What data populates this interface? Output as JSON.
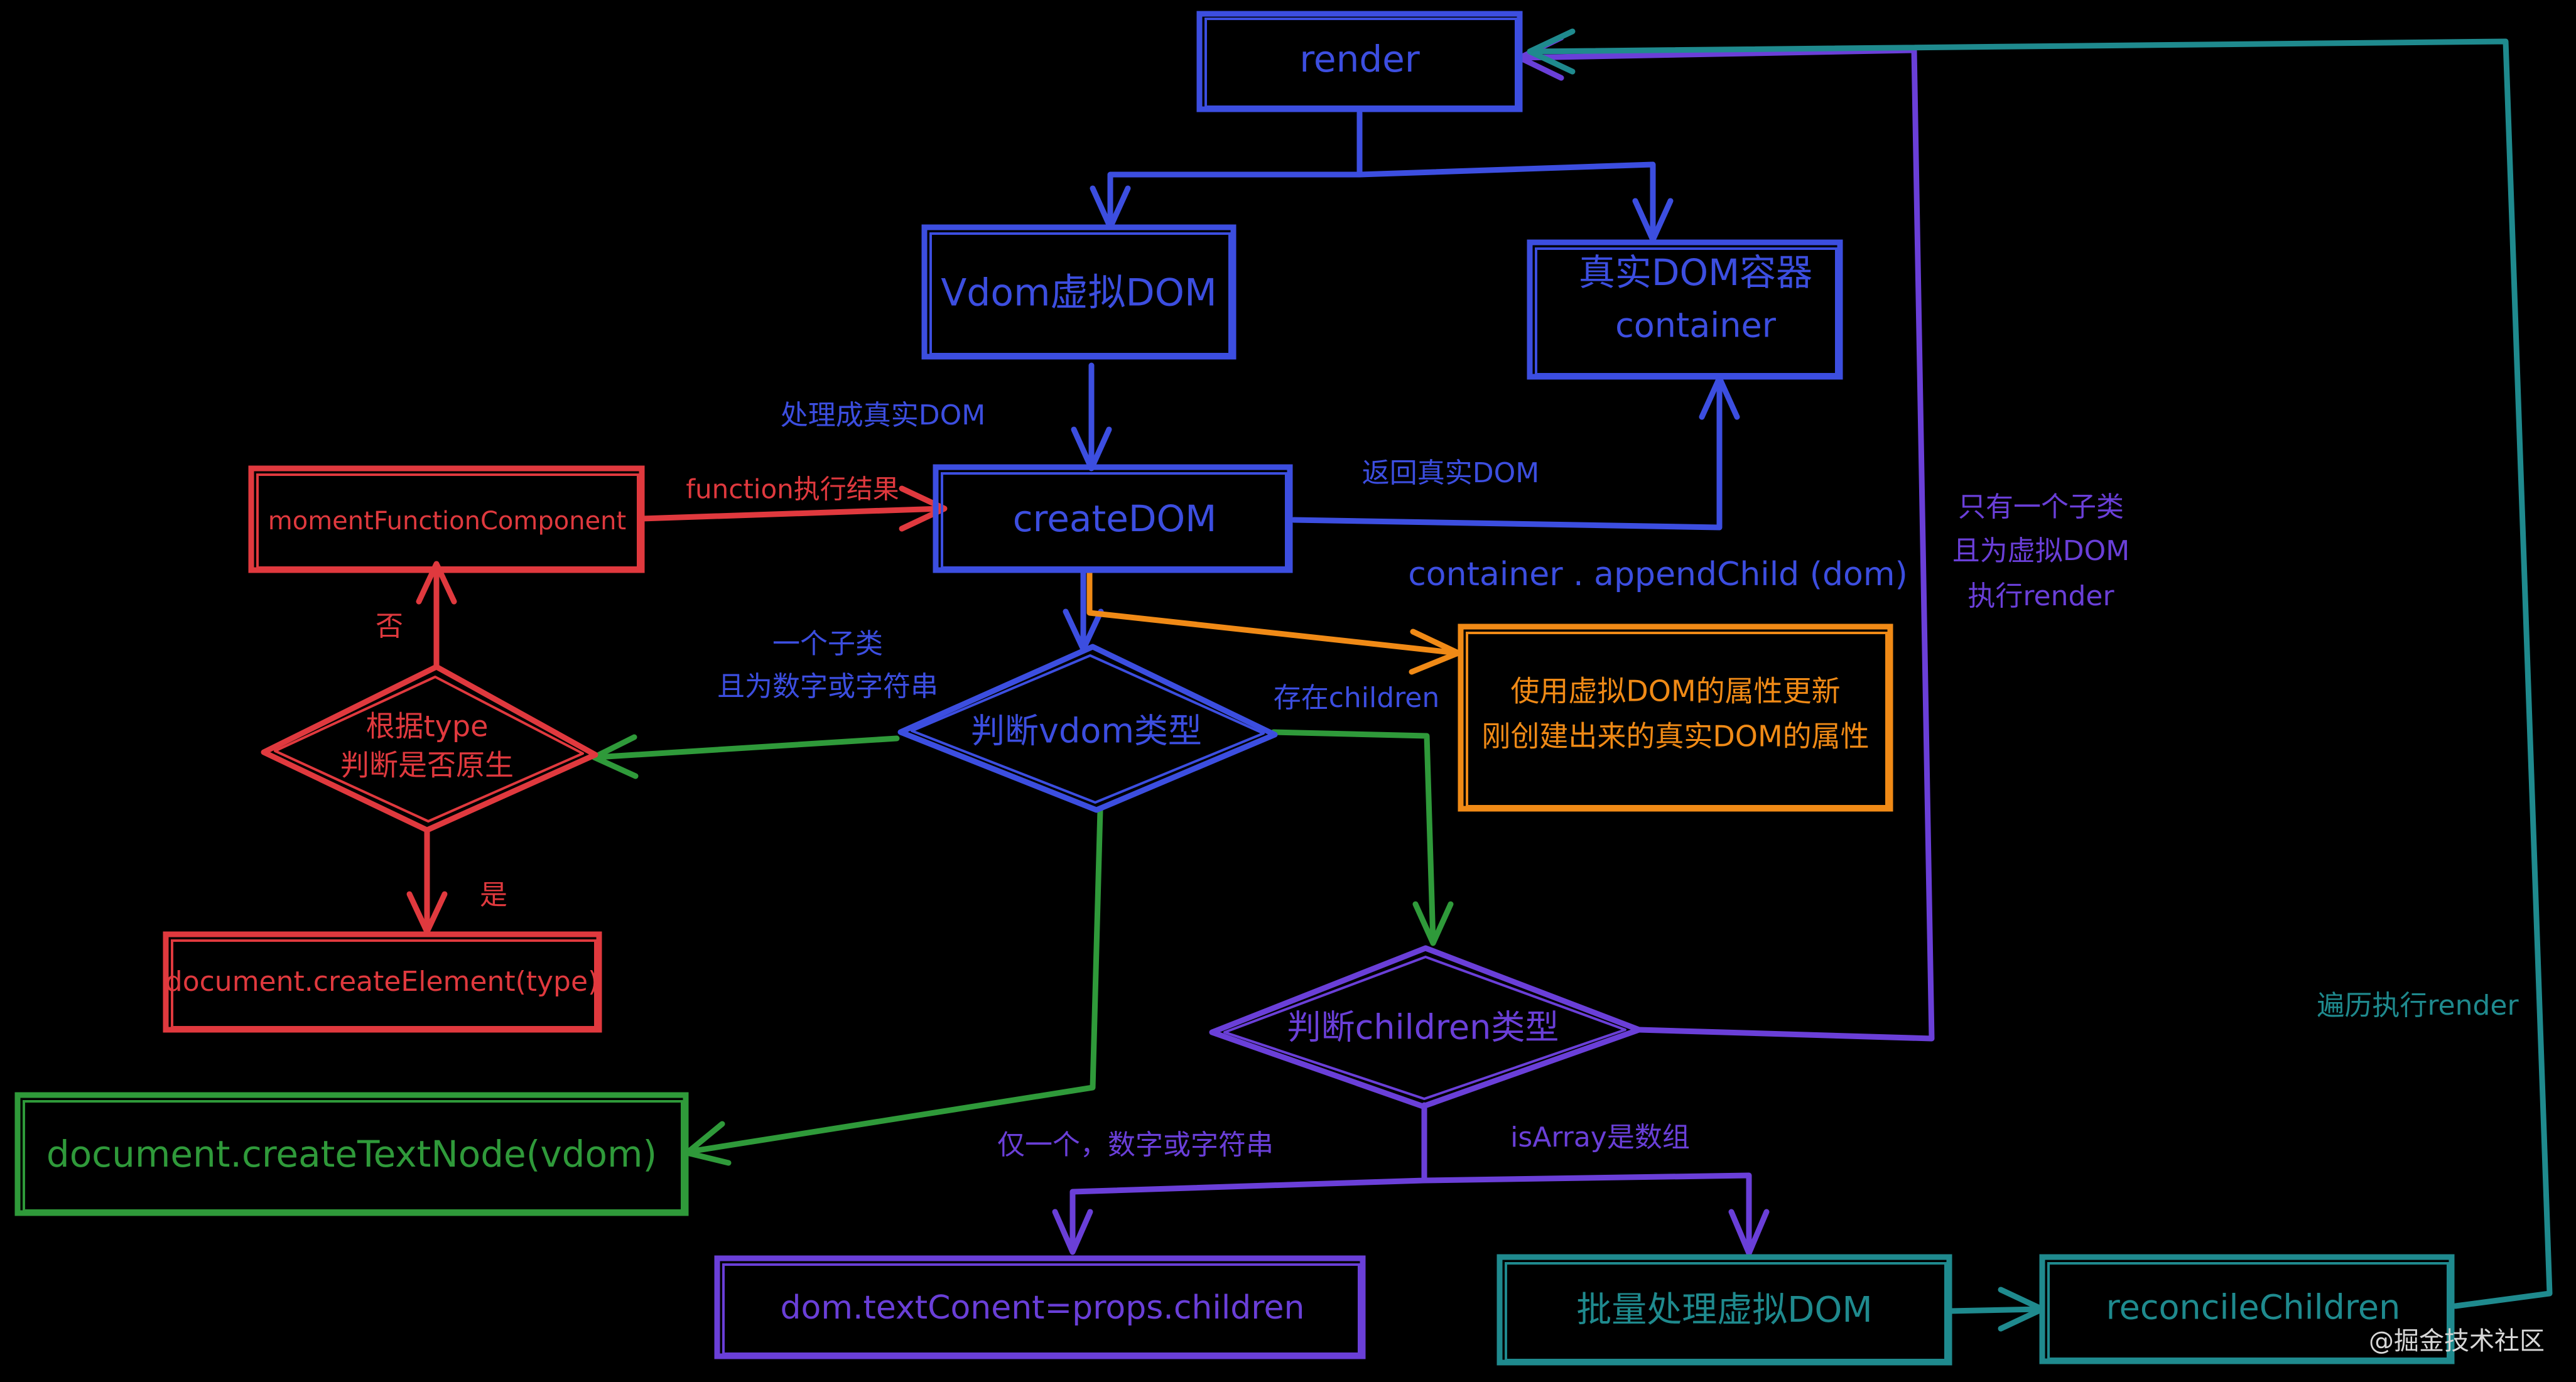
{
  "nodes": {
    "render": "render",
    "vdom": "Vdom虚拟DOM",
    "real_dom_line1": "真实DOM容器",
    "real_dom_line2": "container",
    "create_dom": "createDOM",
    "moment_fc": "momentFunctionComponent",
    "doc_create_element": "document.createElement(type)",
    "doc_create_text": "document.createTextNode(vdom)",
    "update_attr_line1": "使用虚拟DOM的属性更新",
    "update_attr_line2": "刚创建出来的真实DOM的属性",
    "judge_vdom": "判断vdom类型",
    "judge_type_line1": "根据type",
    "judge_type_line2": "判断是否原生",
    "judge_children": "判断children类型",
    "text_content": "dom.textConent=props.children",
    "batch": "批量处理虚拟DOM",
    "reconcile": "reconcileChildren"
  },
  "labels": {
    "to_real_dom": "处理成真实DOM",
    "return_real_dom": "返回真实DOM",
    "append_child": "container . appendChild (dom)",
    "function_result": "function执行结果",
    "no": "否",
    "yes": "是",
    "one_child_line1": "一个子类",
    "one_child_line2": "且为数字或字符串",
    "has_children": "存在children",
    "only_one_virtual_line1": "只有一个子类",
    "only_one_virtual_line2": "且为虚拟DOM",
    "only_one_virtual_line3": "执行render",
    "only_one_text": "仅一个，数字或字符串",
    "is_array": "isArray是数组",
    "traverse_render": "遍历执行render",
    "watermark": "@掘金技术社区"
  },
  "colors": {
    "background": "#000000",
    "blue": "#3c4ee0",
    "purple": "#6a3fd8",
    "red": "#e0393e",
    "green": "#2f9a3a",
    "orange": "#f08a16",
    "teal": "#1f8a8e",
    "watermark": "#d8d8d8"
  }
}
